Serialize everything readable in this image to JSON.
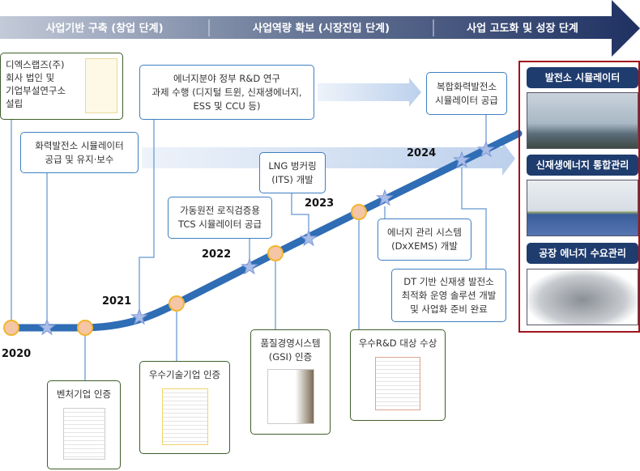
{
  "header": {
    "phases": [
      "사업기반 구축 (창업 단계)",
      "사업역량 확보 (시장진입 단계)",
      "사업 고도화 및 성장 단계"
    ]
  },
  "years": [
    "2020",
    "2021",
    "2022",
    "2023",
    "2024"
  ],
  "events_top": {
    "founding": [
      "디엑스랩즈(주)",
      "회사 법인 및",
      "기업부설연구소",
      "설립"
    ],
    "rnd": [
      "에너지분야 정부 R&D 연구",
      "과제 수행 (디지털 트윈, 신재생에너지,",
      "ESS 및 CCU 등)"
    ],
    "combined": [
      "복합화력발전소",
      "시뮬레이터 공급"
    ],
    "thermal": [
      "화력발전소 시뮬레이터",
      "공급 및 유지·보수"
    ],
    "lng": [
      "LNG 벙커링",
      "(ITS) 개발"
    ],
    "nuclear": [
      "가동원전 로직검증용",
      "TCS 시뮬레이터 공급"
    ],
    "ems": [
      "에너지 관리 시스템",
      "(DxXEMS) 개발"
    ],
    "dt": [
      "DT 기반 신재생 발전소",
      "최적화 운영 솔루션 개발",
      "및 사업화 준비 완료"
    ]
  },
  "events_bottom": {
    "venture": "벤처기업 인증",
    "tech": "우수기술기업 인증",
    "gsi": [
      "품질경영시스템",
      "(GSI) 인증"
    ],
    "award": "우수R&D 대상 수상"
  },
  "right_panel": {
    "items": [
      "발전소 시뮬레이터",
      "신재생에너지 통합관리",
      "공장 에너지 수요관리"
    ]
  },
  "colors": {
    "navy": "#1f3c6e",
    "line": "#2f6db5",
    "node": "#f5c6a5",
    "node_border": "#f2b630",
    "panel_border": "#a0141e"
  }
}
